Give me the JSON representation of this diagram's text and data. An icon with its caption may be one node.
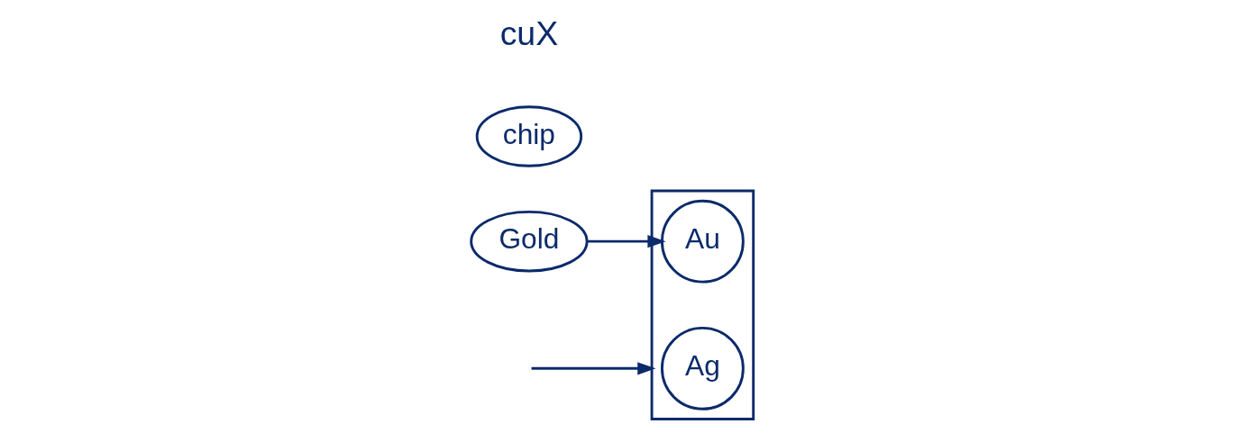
{
  "diagram": {
    "nodes": [
      {
        "text": [],
        "shape": "box"
      },
      {
        "text": [
          "Ag"
        ],
        "in": 0
      },
      {
        "text": [
          "Au"
        ],
        "in": 0
      },
      {
        "text": [
          "Gold"
        ]
      },
      {
        "text": [
          "chip"
        ]
      }
    ],
    "edges": [
      {
        "from": null,
        "to": 0,
        "arrow": "to"
      },
      {
        "from": 3,
        "to": 2,
        "arrow": "to"
      }
    ],
    "labels": [
      "cuX"
    ]
  }
}
